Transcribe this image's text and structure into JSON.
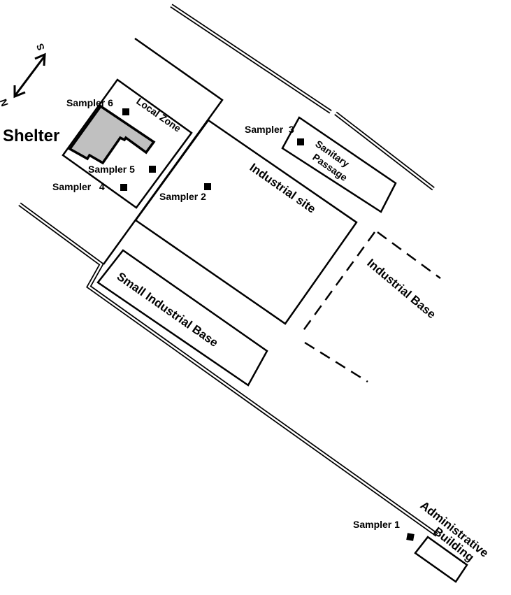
{
  "map": {
    "compass": {
      "north": "N",
      "south": "S"
    },
    "shelter": "Shelter",
    "zones": {
      "local_zone": "Local Zone",
      "industrial_site": "Industrial site",
      "sanitary_passage_1": "Sanitary",
      "sanitary_passage_2": "Passage",
      "industrial_base": "Industrial Base",
      "small_industrial_base": "Small Industrial Base",
      "administrative_building_1": "Administrative",
      "administrative_building_2": "Building"
    },
    "samplers": [
      {
        "label": "Sampler 1"
      },
      {
        "label": "Sampler 2"
      },
      {
        "label": "Sampler  3"
      },
      {
        "label": "Sampler   4"
      },
      {
        "label": "Sampler 5"
      },
      {
        "label": "Sampler 6"
      }
    ],
    "colors": {
      "shelter_fill": "#c0c0c0",
      "line": "#000000"
    }
  }
}
